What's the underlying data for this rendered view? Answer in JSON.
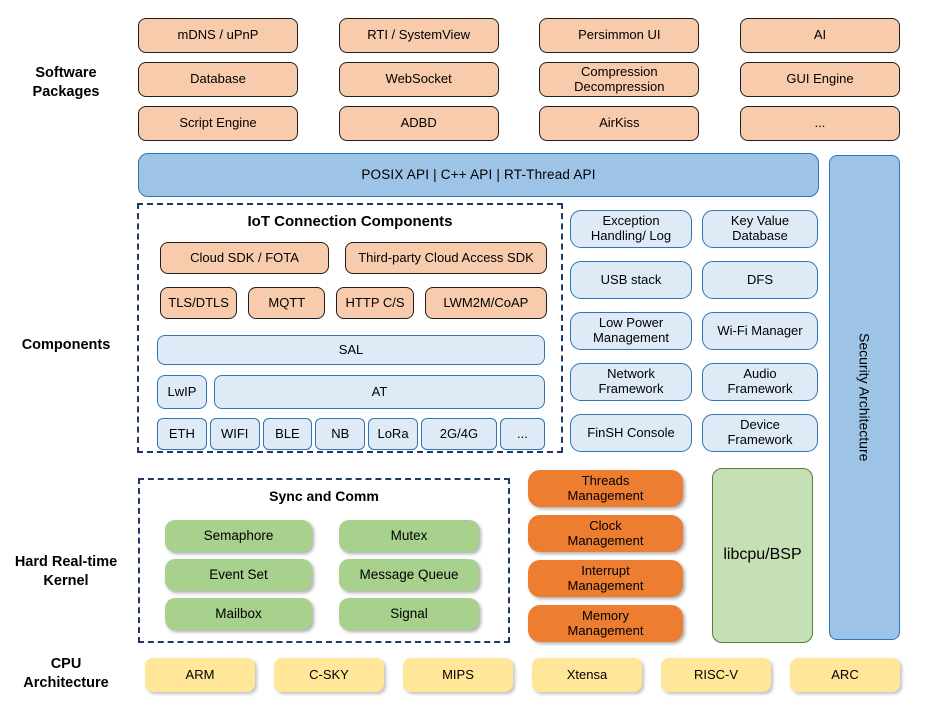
{
  "side_labels": {
    "software_packages": "Software\nPackages",
    "components": "Components",
    "kernel": "Hard Real-time\nKernel",
    "cpu": "CPU\nArchitecture"
  },
  "software_packages": [
    "mDNS / uPnP",
    "RTI / SystemView",
    "Persimmon UI",
    "AI",
    "Database",
    "WebSocket",
    "Compression Decompression",
    "GUI Engine",
    "Script Engine",
    "ADBD",
    "AirKiss",
    "..."
  ],
  "api_bar": "POSIX API  |  C++ API  |  RT-Thread API",
  "security_bar": "Security Architecture",
  "iot": {
    "title": "IoT Connection Components",
    "sdk_row": [
      "Cloud SDK / FOTA",
      "Third-party Cloud Access SDK"
    ],
    "protocol_row": [
      "TLS/DTLS",
      "MQTT",
      "HTTP C/S",
      "LWM2M/CoAP"
    ],
    "sal": "SAL",
    "lwip": "LwIP",
    "at": "AT",
    "phy_row": [
      "ETH",
      "WIFI",
      "BLE",
      "NB",
      "LoRa",
      "2G/4G",
      "..."
    ]
  },
  "services": [
    {
      "left": "Exception Handling/ Log",
      "right": "Key Value Database"
    },
    {
      "left": "USB stack",
      "right": "DFS"
    },
    {
      "left": "Low Power Management",
      "right": "Wi-Fi Manager"
    },
    {
      "left": "Network Framework",
      "right": "Audio Framework"
    },
    {
      "left": "FinSH Console",
      "right": "Device Framework"
    }
  ],
  "kernel": {
    "sync_title": "Sync and Comm",
    "sync_items": [
      "Semaphore",
      "Mutex",
      "Event Set",
      "Message Queue",
      "Mailbox",
      "Signal"
    ],
    "management_items": [
      "Threads Management",
      "Clock Management",
      "Interrupt Management",
      "Memory Management"
    ],
    "libcpu": "libcpu/BSP"
  },
  "cpu_items": [
    "ARM",
    "C-SKY",
    "MIPS",
    "Xtensa",
    "RISC-V",
    "ARC"
  ],
  "colors": {
    "peach": "#F8CBAD",
    "light_blue": "#DEEBF7",
    "blue": "#9DC3E6",
    "blue_border": "#2E75B6",
    "navy_dash": "#1F3864",
    "green": "#A9D18E",
    "light_green": "#C5E0B4",
    "orange": "#ED7D31",
    "yellow": "#FFE699"
  }
}
